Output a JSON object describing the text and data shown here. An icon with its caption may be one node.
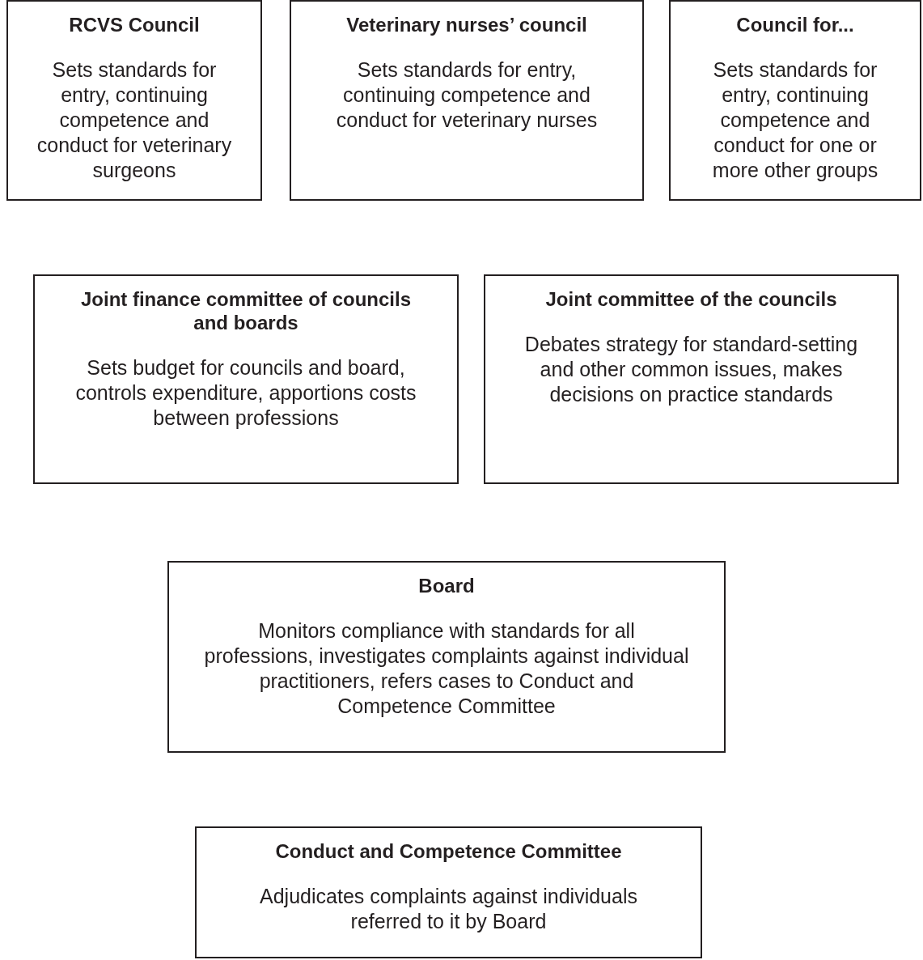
{
  "diagram": {
    "nodes": [
      {
        "text": [
          "RCVS Council",
          "Sets standards for entry, continuing competence and conduct for veterinary surgeons"
        ]
      },
      {
        "text": [
          "Veterinary nurses’ council",
          "Sets standards for entry, continuing competence and conduct for veterinary nurses"
        ]
      },
      {
        "text": [
          "Council for...",
          "Sets standards for entry, continuing competence and conduct for one or more other groups"
        ]
      },
      {
        "text": [
          "Joint finance committee of councils and boards",
          "Sets budget for councils and board, controls expenditure, apportions costs between professions"
        ]
      },
      {
        "text": [
          "Joint committee of the councils",
          "Debates strategy for standard-setting and other common issues, makes decisions on practice standards"
        ]
      },
      {
        "text": [
          "Board",
          "Monitors compliance with standards for all professions, investigates complaints against individual practitioners, refers cases to Conduct and Competence Committee"
        ]
      },
      {
        "text": [
          "Conduct and Competence Committee",
          "Adjudicates complaints against individuals referred to it by Board"
        ]
      }
    ]
  }
}
